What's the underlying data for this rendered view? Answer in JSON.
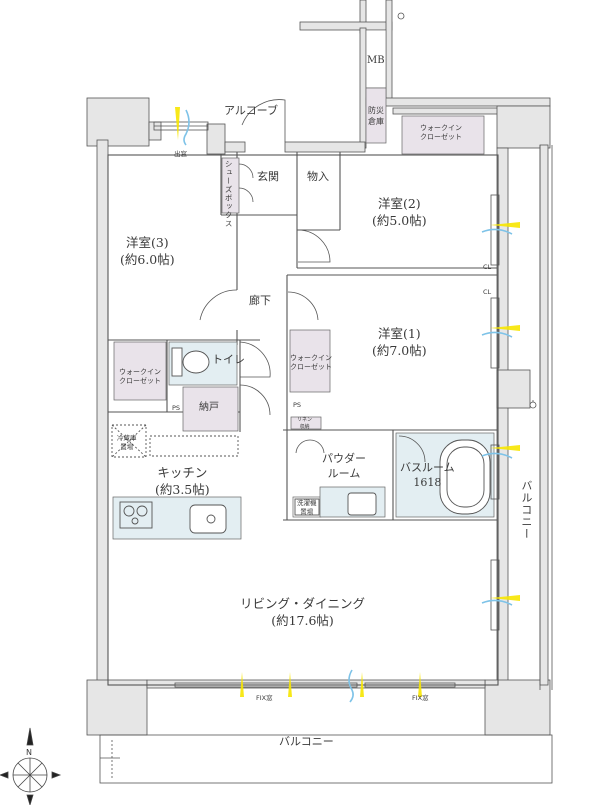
{
  "title": "間取り図",
  "colors": {
    "wall": "#e6e6e6",
    "wall_stroke": "#555555",
    "storage_fill": "#e9e3ea",
    "wet_fill": "#e3eef2",
    "light_arrow": "#f7e600",
    "wind_arrow": "#7ec3e8"
  },
  "rooms": {
    "western3": {
      "name": "洋室(3)",
      "size": "(約6.0帖)"
    },
    "western2": {
      "name": "洋室(2)",
      "size": "(約5.0帖)"
    },
    "western1": {
      "name": "洋室(1)",
      "size": "(約7.0帖)"
    },
    "kitchen": {
      "name": "キッチン",
      "size": "(約3.5帖)"
    },
    "ldk": {
      "name": "リビング・ダイニング",
      "size": "(約17.6帖)"
    },
    "powder": {
      "name": "パウダー",
      "name2": "ルーム"
    },
    "bath": {
      "name": "バスルーム",
      "code": "1618"
    },
    "entrance": {
      "name": "玄関"
    },
    "corridor": {
      "name": "廊下"
    },
    "alcove": {
      "name": "アルコーブ"
    },
    "storage_mono": {
      "name": "物入"
    },
    "toilet": {
      "name": "トイレ"
    },
    "nando": {
      "name": "納戸"
    },
    "mb": {
      "name": "MB"
    },
    "disaster_storage": {
      "name": "防災倉庫"
    },
    "shoes_box": {
      "name": "シューズボックス"
    },
    "wic_top": {
      "name": "ウォークイン",
      "name2": "クローゼット"
    },
    "wic_left": {
      "name": "ウォークイン",
      "name2": "クローゼット"
    },
    "wic_mid": {
      "name": "ウォークイン",
      "name2": "クローゼット"
    },
    "balcony_south": {
      "name": "バルコニー"
    },
    "balcony_east": {
      "name": "バルコニー"
    }
  },
  "fixtures": {
    "bay_window": "出窓",
    "fridge": "冷蔵庫",
    "fridge2": "置場",
    "washer": "洗濯機",
    "washer2": "置場",
    "linen": "リネン",
    "linen2": "収納",
    "ps1": "PS",
    "ps2": "PS",
    "fix_window1": "FIX窓",
    "fix_window2": "FIX窓",
    "cl1": "CL",
    "cl2": "CL"
  },
  "compass": {
    "north": "N"
  }
}
